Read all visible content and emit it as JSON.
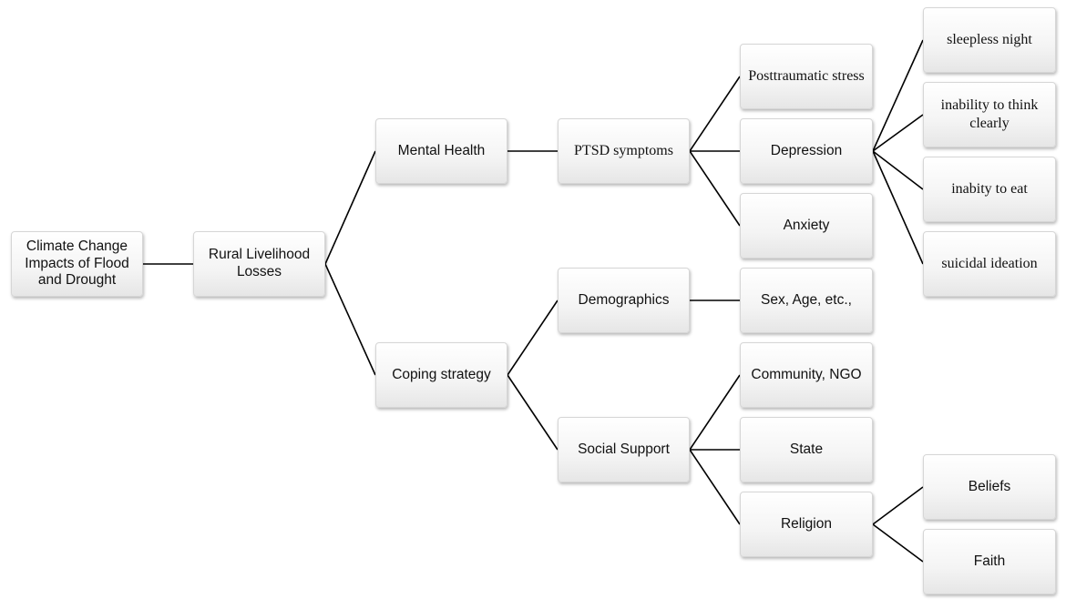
{
  "nodes": {
    "root": "Climate Change\nImpacts of Flood\nand Drought",
    "rural": "Rural Livelihood\nLosses",
    "mental": "Mental Health",
    "coping": "Coping strategy",
    "ptsd": "PTSD symptoms",
    "demographics": "Demographics",
    "social": "Social Support",
    "posttraumatic": "Posttraumatic stress",
    "depression": "Depression",
    "anxiety": "Anxiety",
    "sexage": "Sex, Age, etc.,",
    "community": "Community, NGO",
    "state": "State",
    "religion": "Religion",
    "sleepless": "sleepless night",
    "think": "inability to think\nclearly",
    "eat": "inabity to eat",
    "suicidal": "suicidal ideation",
    "beliefs": "Beliefs",
    "faith": "Faith"
  },
  "edges": [
    [
      "root",
      "rural"
    ],
    [
      "rural",
      "mental"
    ],
    [
      "rural",
      "coping"
    ],
    [
      "mental",
      "ptsd"
    ],
    [
      "ptsd",
      "posttraumatic"
    ],
    [
      "ptsd",
      "depression"
    ],
    [
      "ptsd",
      "anxiety"
    ],
    [
      "depression",
      "sleepless"
    ],
    [
      "depression",
      "think"
    ],
    [
      "depression",
      "eat"
    ],
    [
      "depression",
      "suicidal"
    ],
    [
      "coping",
      "demographics"
    ],
    [
      "coping",
      "social"
    ],
    [
      "demographics",
      "sexage"
    ],
    [
      "social",
      "community"
    ],
    [
      "social",
      "state"
    ],
    [
      "social",
      "religion"
    ],
    [
      "religion",
      "beliefs"
    ],
    [
      "religion",
      "faith"
    ]
  ]
}
